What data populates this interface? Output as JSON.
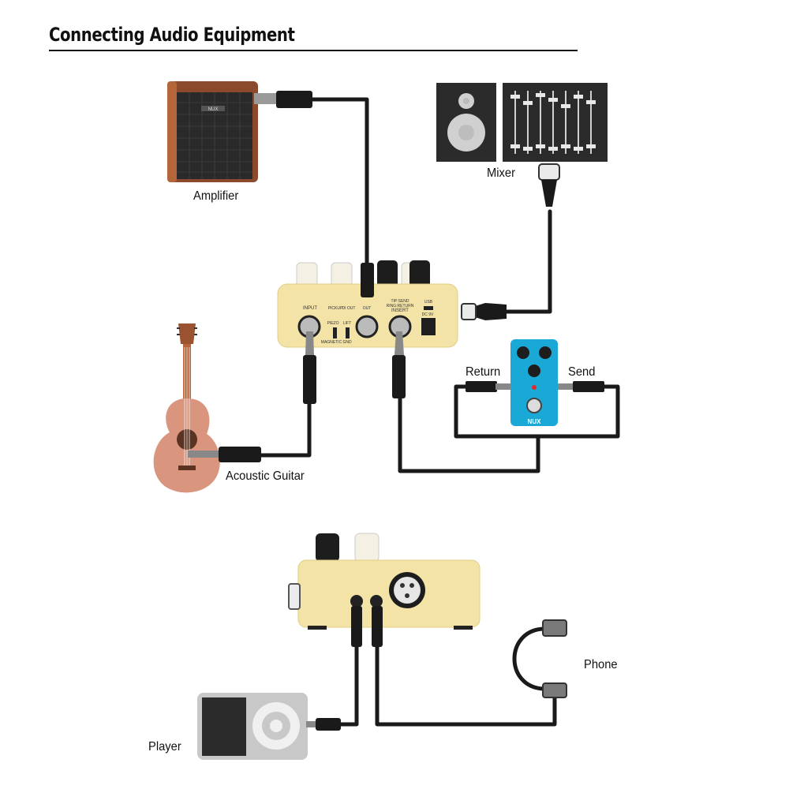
{
  "title": "Connecting Audio Equipment",
  "labels": {
    "amplifier": "Amplifier",
    "mixer": "Mixer",
    "acoustic_guitar": "Acoustic Guitar",
    "return": "Return",
    "send": "Send",
    "phone": "Phone",
    "player": "Player"
  },
  "panel": {
    "input": "INPUT",
    "pickup": "PICKUP",
    "di_out": "DI OUT",
    "out": "OUT",
    "insert_line1": "TIP:SEND",
    "insert_line2": "RING:RETURN",
    "insert_line3": "INSERT",
    "usb": "USB",
    "dc": "DC 9V",
    "piezo": "PIEZO",
    "lift": "LIFT",
    "magnetic": "MAGNETIC",
    "gnd": "GND"
  },
  "brand": "NUX",
  "colors": {
    "cable": "#1a1a1a",
    "pedal_body": "#f3e3a6",
    "amp_wood": "#8c4a2c",
    "blue_pedal": "#1aa8d6",
    "guitar": "#d9957d",
    "grey_device": "#c8c8c8"
  }
}
